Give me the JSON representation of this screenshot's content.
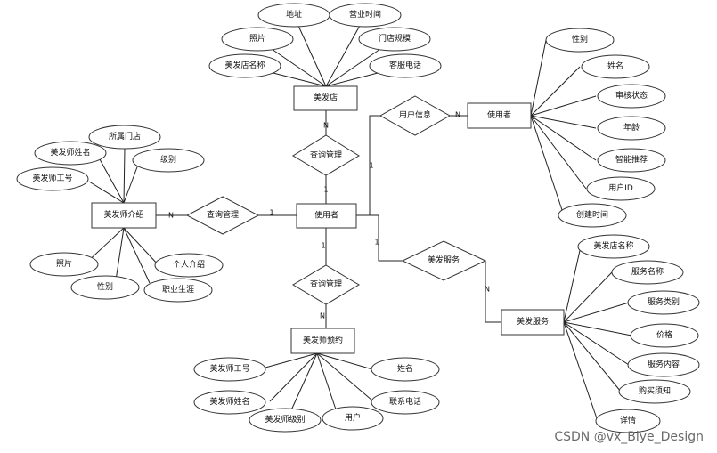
{
  "entities": {
    "shop": "美发店",
    "user_main": "使用者",
    "user_right": "使用者",
    "stylist_intro": "美发师介绍",
    "stylist_booking": "美发师预约",
    "hair_service": "美发服务"
  },
  "relationships": {
    "shop_manage": "查询管理",
    "user_info": "用户信息",
    "intro_manage": "查询管理",
    "booking_manage": "查询管理",
    "service_rel": "美发服务"
  },
  "shop_attrs": [
    "地址",
    "营业时间",
    "照片",
    "门店规模",
    "美发店名称",
    "客服电话"
  ],
  "user_attrs": [
    "性别",
    "姓名",
    "审核状态",
    "年龄",
    "智能推荐",
    "用户ID",
    "创建时间"
  ],
  "intro_attrs": [
    "所属门店",
    "美发师姓名",
    "级别",
    "美发师工号",
    "照片",
    "个人介绍",
    "性别",
    "职业生涯"
  ],
  "booking_attrs": [
    "美发师工号",
    "姓名",
    "美发师姓名",
    "联系电话",
    "美发师级别",
    "用户"
  ],
  "service_attrs": [
    "美发店名称",
    "服务名称",
    "服务类别",
    "价格",
    "服务内容",
    "购买须知",
    "详情"
  ],
  "cardinalities": {
    "shop_side": "N",
    "user_shop_side": "1",
    "user_info_side": "1",
    "user_right_side": "N",
    "intro_side": "N",
    "user_intro_side": "1",
    "user_booking_side": "1",
    "booking_side": "N",
    "user_service_side": "1",
    "service_side": "N"
  },
  "watermark": "CSDN @vx_Biye_Design"
}
